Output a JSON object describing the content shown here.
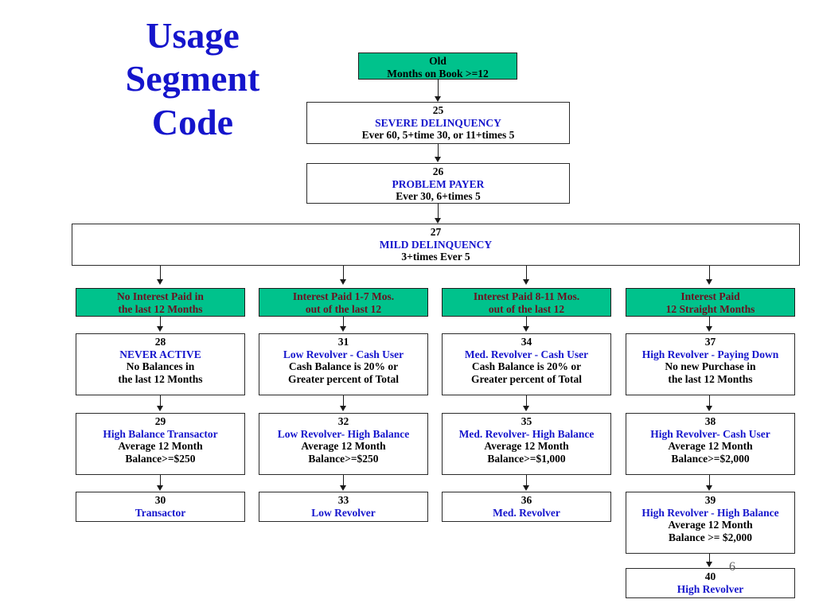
{
  "title": {
    "line1": "Usage",
    "line2": "Segment",
    "line3": "Code"
  },
  "slide_number": "6",
  "colors": {
    "title_blue": "#1515cc",
    "node_name_blue": "#1515cc",
    "green_fill": "#00c28c",
    "green_text_maroon": "#6b1020",
    "border": "#2b2b2b",
    "background": "#ffffff"
  },
  "root": {
    "code": "",
    "name": "Old",
    "desc": "Months on Book >=12"
  },
  "trunk": [
    {
      "code": "25",
      "name": "SEVERE DELINQUENCY",
      "desc": "Ever 60, 5+time 30, or 11+times 5"
    },
    {
      "code": "26",
      "name": "PROBLEM PAYER",
      "desc": "Ever 30, 6+times 5"
    },
    {
      "code": "27",
      "name": "MILD DELINQUENCY",
      "desc": "3+times Ever 5"
    }
  ],
  "branches": [
    {
      "header": {
        "line1": "No Interest Paid in",
        "line2": "the last 12 Months"
      },
      "nodes": [
        {
          "code": "28",
          "name": "NEVER ACTIVE",
          "desc1": "No Balances in",
          "desc2": "the last 12 Months"
        },
        {
          "code": "29",
          "name": "High Balance Transactor",
          "desc1": "Average 12 Month",
          "desc2": "Balance>=$250"
        },
        {
          "code": "30",
          "name": "Transactor",
          "desc1": "",
          "desc2": ""
        }
      ]
    },
    {
      "header": {
        "line1": "Interest Paid 1-7 Mos.",
        "line2": "out of the last 12"
      },
      "nodes": [
        {
          "code": "31",
          "name": "Low Revolver - Cash User",
          "desc1": "Cash Balance is 20% or",
          "desc2": "Greater percent of Total"
        },
        {
          "code": "32",
          "name": "Low Revolver- High Balance",
          "desc1": "Average 12 Month",
          "desc2": "Balance>=$250"
        },
        {
          "code": "33",
          "name": "Low Revolver",
          "desc1": "",
          "desc2": ""
        }
      ]
    },
    {
      "header": {
        "line1": "Interest Paid 8-11 Mos.",
        "line2": "out of the last 12"
      },
      "nodes": [
        {
          "code": "34",
          "name": "Med. Revolver - Cash User",
          "desc1": "Cash Balance is 20% or",
          "desc2": "Greater percent of Total"
        },
        {
          "code": "35",
          "name": "Med. Revolver- High Balance",
          "desc1": "Average 12 Month",
          "desc2": "Balance>=$1,000"
        },
        {
          "code": "36",
          "name": "Med. Revolver",
          "desc1": "",
          "desc2": ""
        }
      ]
    },
    {
      "header": {
        "line1": "Interest Paid",
        "line2": "12 Straight Months"
      },
      "nodes": [
        {
          "code": "37",
          "name": "High Revolver - Paying Down",
          "desc1": "No new Purchase in",
          "desc2": "the last 12 Months"
        },
        {
          "code": "38",
          "name": "High Revolver- Cash User",
          "desc1": "Average 12 Month",
          "desc2": "Balance>=$2,000"
        },
        {
          "code": "39",
          "name": "High Revolver - High Balance",
          "desc1": "Average 12 Month",
          "desc2": "Balance >= $2,000"
        },
        {
          "code": "40",
          "name": "High Revolver",
          "desc1": "",
          "desc2": ""
        }
      ]
    }
  ]
}
